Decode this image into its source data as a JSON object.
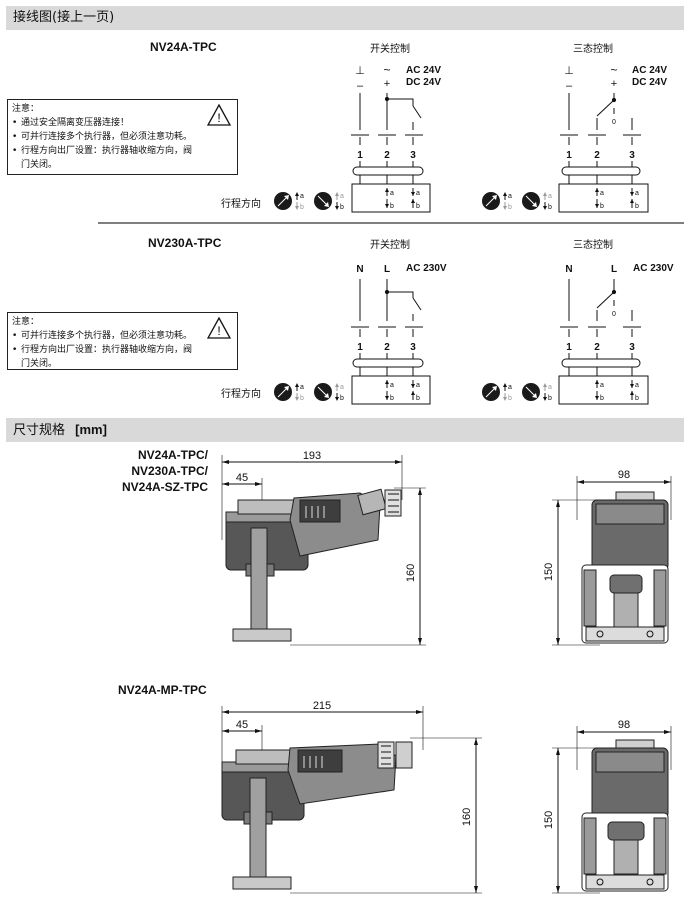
{
  "sections": {
    "wiring_title": "接线图(接上一页)",
    "dims_title_cn": "尺寸规格",
    "dims_title_unit": "[mm]"
  },
  "wiring": {
    "block1": {
      "model": "NV24A-TPC",
      "switch_label": "开关控制",
      "tristate_label": "三态控制",
      "supply_line1": "AC 24V",
      "supply_line2": "DC 24V",
      "sym_ground": "⊥",
      "sym_minus": "–",
      "sym_tilde": "~",
      "sym_plus": "+",
      "notice_title": "注意：",
      "notice_items": [
        "通过安全隔离变压器连接！",
        "可并行连接多个执行器，但必须注意功耗。",
        "行程方向出厂设置：执行器轴收缩方向，阀门关闭。"
      ]
    },
    "block2": {
      "model": "NV230A-TPC",
      "switch_label": "开关控制",
      "tristate_label": "三态控制",
      "supply": "AC 230V",
      "sym_n": "N",
      "sym_l": "L",
      "notice_title": "注意：",
      "notice_items": [
        "可并行连接多个执行器，但必须注意功耗。",
        "行程方向出厂设置：执行器轴收缩方向，阀门关闭。"
      ]
    },
    "terminals": [
      "1",
      "2",
      "3"
    ],
    "open_contact": "0",
    "stroke_direction_label": "行程方向",
    "letter_a": "a",
    "letter_b": "b"
  },
  "dimensions": {
    "group1_models": [
      "NV24A-TPC/",
      "NV230A-TPC/",
      "NV24A-SZ-TPC"
    ],
    "group1": {
      "length": "193",
      "offset": "45",
      "height": "160",
      "width": "98",
      "depth": "150"
    },
    "group2_model": "NV24A-MP-TPC",
    "group2": {
      "length": "215",
      "offset": "45",
      "height": "160",
      "width": "98",
      "depth": "150"
    }
  },
  "colors": {
    "band": "#d9d9d9",
    "ink": "#111111",
    "body_dark": "#4a4a4a",
    "body_mid": "#8a8a8a",
    "body_light": "#c8c8c8"
  }
}
